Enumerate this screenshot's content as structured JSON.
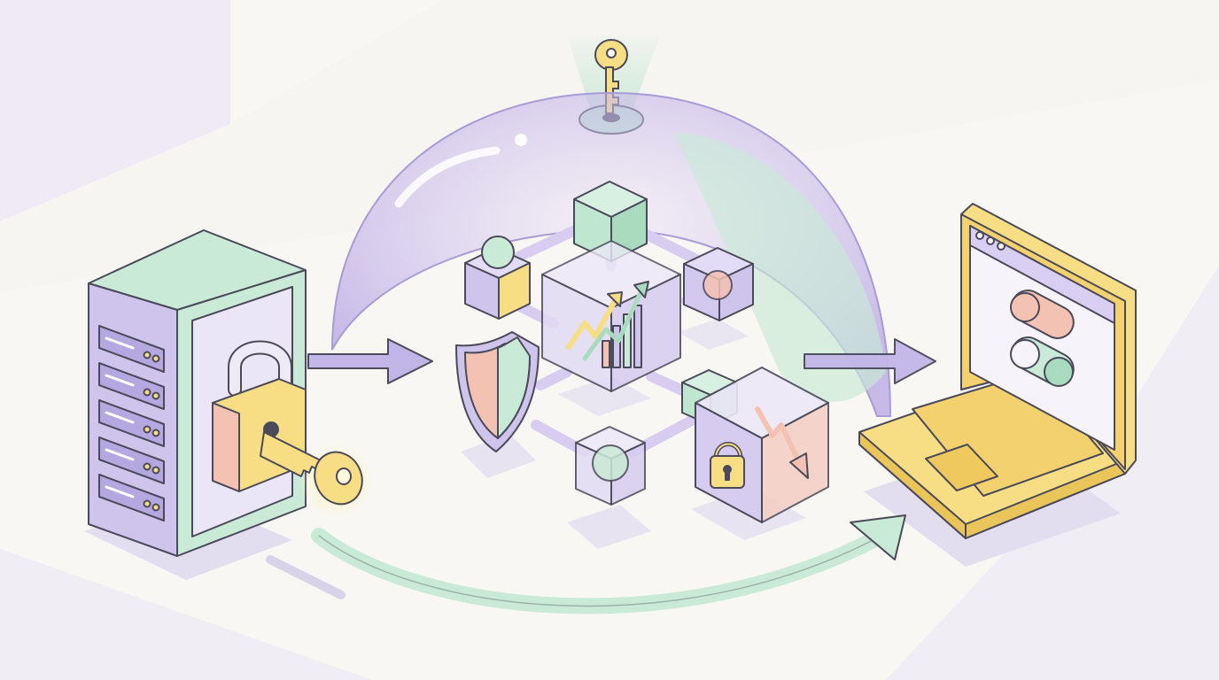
{
  "colors": {
    "background": "#f8f7f3",
    "lavender": "#cfc4ec",
    "lavender_dark": "#a99bd6",
    "mint": "#c9ead6",
    "mint_dark": "#9fd2b4",
    "yellow": "#f7dd84",
    "yellow_dark": "#e9c55a",
    "peach": "#f4c2b3",
    "outline": "#4a4a5a",
    "shadow": "#e2ddf0"
  },
  "icons": {
    "server": "server-icon",
    "padlock": "padlock-icon",
    "key": "key-icon",
    "top_key": "top-key-icon",
    "dome": "security-dome",
    "network": "node-network",
    "chart": "bar-chart-icon",
    "shield": "shield-icon",
    "declining_arrow": "trend-down-arrow-icon",
    "laptop": "laptop-icon",
    "toggle": "toggle-switch-icon"
  },
  "toggles": [
    {
      "state": "off",
      "color": "#f4c2b3"
    },
    {
      "state": "on",
      "color": "#c9ead6"
    }
  ]
}
